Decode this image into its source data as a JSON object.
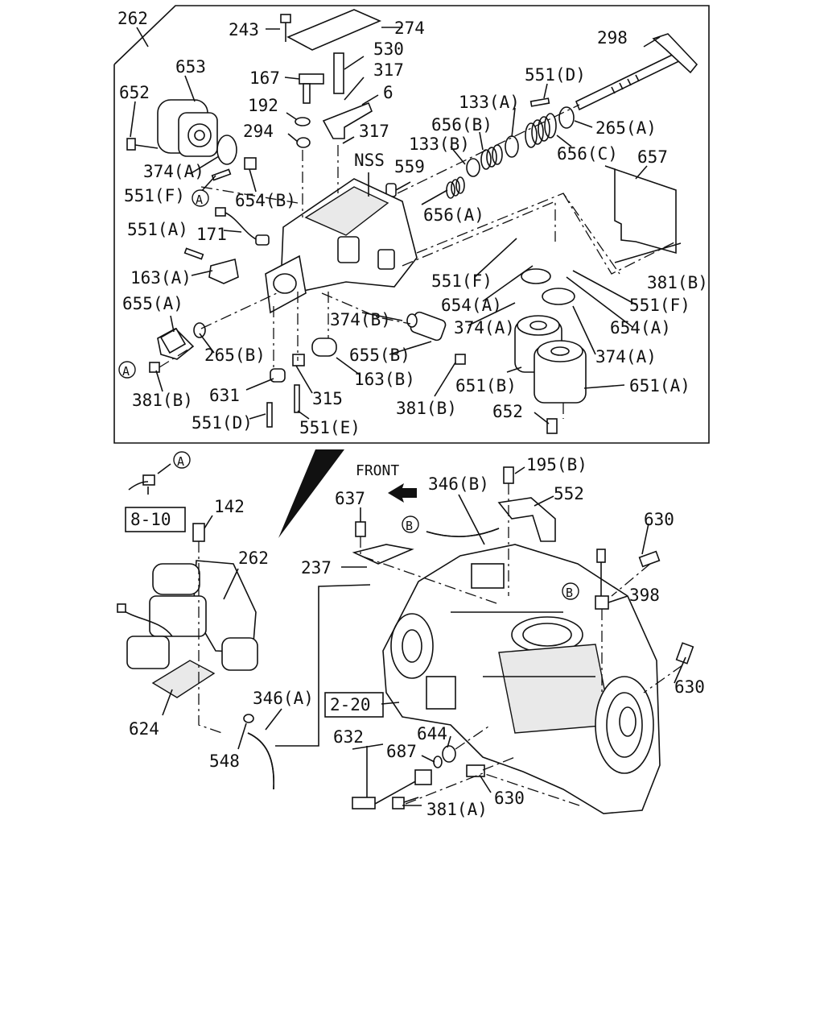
{
  "labels": {
    "l262a": "262",
    "l243": "243",
    "l274": "274",
    "l530": "530",
    "l317a": "317",
    "l167": "167",
    "l653": "653",
    "l652a": "652",
    "l192": "192",
    "l6": "6",
    "l298": "298",
    "l551d_top": "551(D)",
    "l133a": "133(A)",
    "l656b": "656(B)",
    "l265a": "265(A)",
    "l294": "294",
    "l317b": "317",
    "l133b": "133(B)",
    "l656c": "656(C)",
    "l657": "657",
    "l374a_1": "374(A)",
    "lnss": "NSS",
    "l559": "559",
    "l551f_1": "551(F)",
    "l654b": "654(B)",
    "l656a": "656(A)",
    "lA1": "A",
    "l551a": "551(A)",
    "l171": "171",
    "l163a": "163(A)",
    "l551f_2": "551(F)",
    "l381b_1": "381(B)",
    "l655a": "655(A)",
    "l654a_1": "654(A)",
    "l551f_3": "551(F)",
    "l374b": "374(B)",
    "l374a_2": "374(A)",
    "l654a_2": "654(A)",
    "l265b": "265(B)",
    "l655b": "655(B)",
    "l374a_3": "374(A)",
    "lA2": "A",
    "l163b": "163(B)",
    "l381b_2": "381(B)",
    "l631": "631",
    "l315": "315",
    "l651b": "651(B)",
    "l651a": "651(A)",
    "l381b_3": "381(B)",
    "l652b": "652",
    "l551d_bot": "551(D)",
    "l551e": "551(E)",
    "lA3": "A",
    "lfront": "FRONT",
    "l195b": "195(B)",
    "l8_10": "8-10",
    "l142": "142",
    "l637": "637",
    "l346b": "346(B)",
    "l552": "552",
    "l630a": "630",
    "lB1": "B",
    "l262b": "262",
    "l237": "237",
    "lB2": "B",
    "l398": "398",
    "l630b": "630",
    "l346a": "346(A)",
    "l2_20": "2-20",
    "l624": "624",
    "l632": "632",
    "l644": "644",
    "l687": "687",
    "l548": "548",
    "l630c": "630",
    "l381a": "381(A)"
  }
}
